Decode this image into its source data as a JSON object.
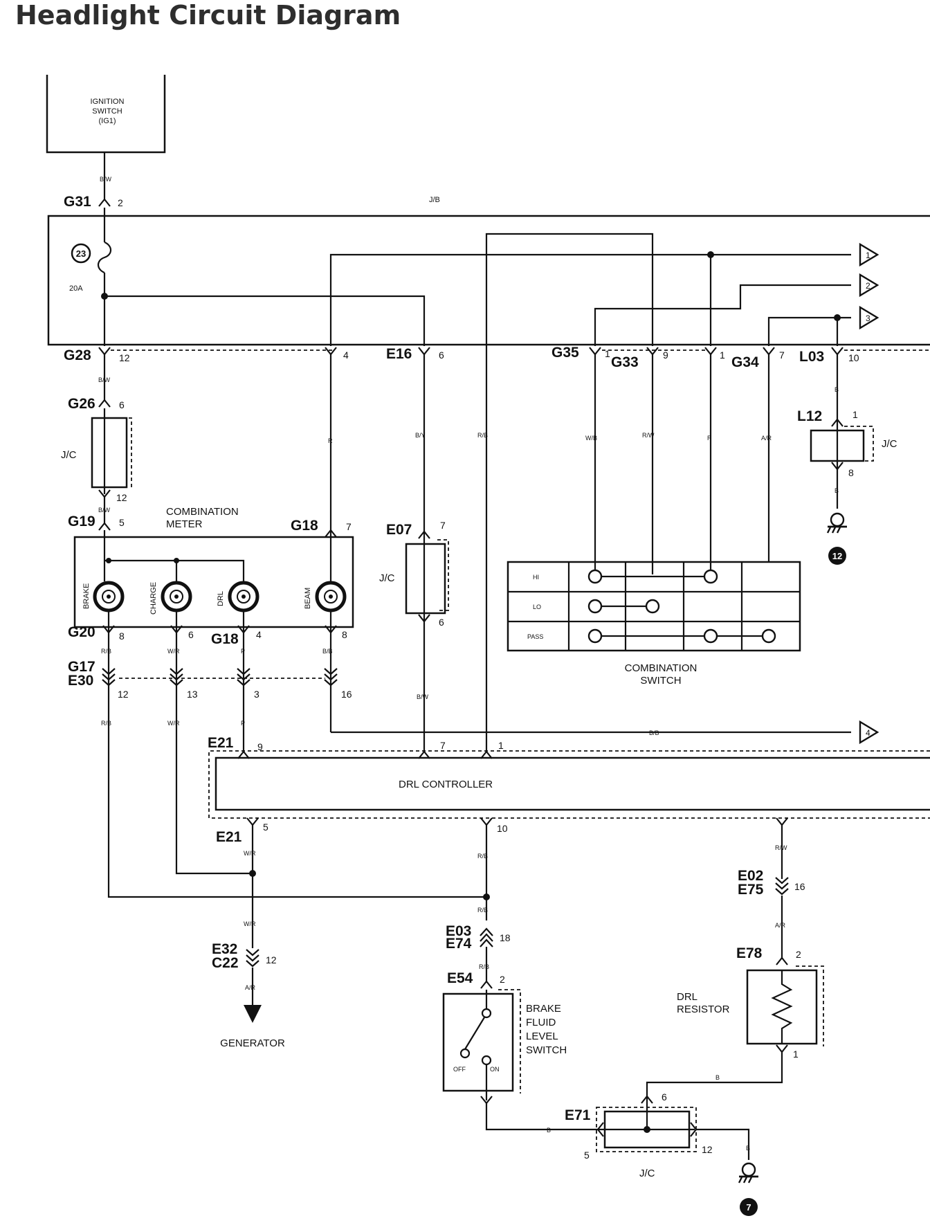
{
  "title": "Headlight Circuit Diagram",
  "components": {
    "ignition_switch": [
      "IGNITION",
      "SWITCH",
      "(IG1)"
    ],
    "junction_block": "J/B",
    "fuse_number": "23",
    "fuse_rating": "20A",
    "jc": "J/C",
    "combination_meter": [
      "COMBINATION",
      "METER"
    ],
    "meter_lamps": [
      "BRAKE",
      "CHARGE",
      "DRL",
      "BEAM"
    ],
    "combination_switch": [
      "COMBINATION",
      "SWITCH"
    ],
    "switch_positions": [
      "HI",
      "LO",
      "PASS"
    ],
    "drl_controller": "DRL CONTROLLER",
    "generator": "GENERATOR",
    "brake_switch": [
      "BRAKE",
      "FLUID",
      "LEVEL",
      "SWITCH"
    ],
    "brake_states": [
      "OFF",
      "ON"
    ],
    "drl_resistor": [
      "DRL",
      "RESISTOR"
    ],
    "grounds": [
      "12",
      "7"
    ],
    "offpage": [
      "1",
      "2",
      "3",
      "4"
    ]
  },
  "connectors": {
    "g31": "G31",
    "g28": "G28",
    "g26": "G26",
    "g19": "G19",
    "g18a": "G18",
    "g20": "G20",
    "g18b": "G18",
    "g17": "G17",
    "e30": "E30",
    "e16": "E16",
    "e07": "E07",
    "g35": "G35",
    "g33": "G33",
    "g34": "G34",
    "l03": "L03",
    "l12": "L12",
    "e21a": "E21",
    "e21b": "E21",
    "e02": "E02",
    "e75": "E75",
    "e03": "E03",
    "e74": "E74",
    "e32": "E32",
    "c22": "C22",
    "e54": "E54",
    "e78": "E78",
    "e71": "E71"
  },
  "pins": {
    "g31": "2",
    "g28": "12",
    "j4": "4",
    "e16": "6",
    "g35": "1",
    "g33": "9",
    "j1": "1",
    "g34": "7",
    "l03": "10",
    "g26": "6",
    "jc12": "12",
    "l12a": "1",
    "l12b": "8",
    "g19": "5",
    "g18a": "7",
    "e07": "7",
    "e07b": "6",
    "g20": "8",
    "m6": "6",
    "g18b": "4",
    "m8": "8",
    "g17": "12",
    "c13": "13",
    "c3": "3",
    "c16": "16",
    "e21a": "9",
    "d7": "7",
    "d1": "1",
    "e21b": "5",
    "d10": "10",
    "e02": "16",
    "e03": "18",
    "e32": "12",
    "e54": "2",
    "e78": "2",
    "r1": "1",
    "e71a": "6",
    "e71b": "5",
    "e71c": "12"
  },
  "wires": {
    "bw_top": "B/W",
    "bw_g28": "B/W",
    "bw_jc": "B/W",
    "r_g18": "R",
    "b_e16": "B/Y",
    "rb_mid": "R/B",
    "wb_g35": "W/B",
    "rw_g33": "R/W",
    "r_j1": "R",
    "ar_g34": "A/R",
    "b_l03": "B",
    "b_l12": "B",
    "rb_g20": "R/B",
    "wr_m": "W/R",
    "p_drl": "P",
    "bb_beam": "B/B",
    "rb_low": "R/B",
    "wr_low": "W/R",
    "p_low": "P",
    "bw_e07": "B/W",
    "bb_out": "B/B",
    "wr_e21": "W/R",
    "rb_d10": "R/B",
    "rw_drl": "R/W",
    "ar_e02": "A/R",
    "rb_e03": "R/B",
    "rb_e54": "R/B",
    "wr_gen": "W/R",
    "ar_gen": "A/R",
    "b_res": "B",
    "b_brake": "B",
    "b_gnd": "B"
  }
}
